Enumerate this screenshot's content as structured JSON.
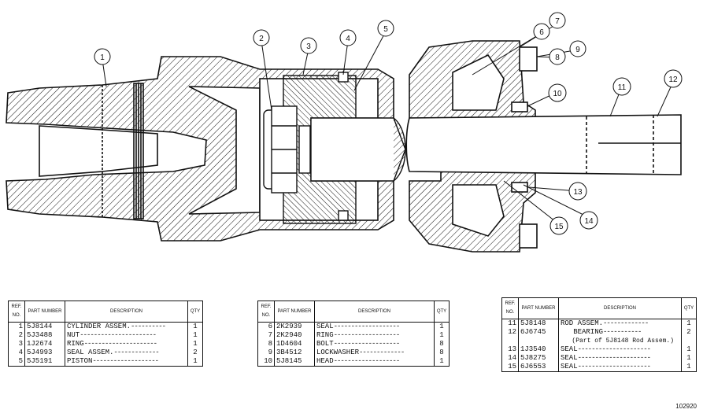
{
  "balloons": [
    "1",
    "2",
    "3",
    "4",
    "5",
    "6",
    "7",
    "8",
    "9",
    "10",
    "11",
    "12",
    "13",
    "14",
    "15"
  ],
  "tables": [
    {
      "headers": {
        "ref": "REF. NO.",
        "part": "PART NUMBER",
        "desc": "DESCRIPTION",
        "qty": "QTY"
      },
      "rows": [
        {
          "ref": "1",
          "part": "5J8144",
          "desc": "CYLINDER ASSEM.",
          "qty": "1"
        },
        {
          "ref": "2",
          "part": "5J3488",
          "desc": "NUT",
          "qty": "1"
        },
        {
          "ref": "3",
          "part": "1J2674",
          "desc": "RING",
          "qty": "1"
        },
        {
          "ref": "4",
          "part": "5J4993",
          "desc": "SEAL ASSEM.",
          "qty": "2"
        },
        {
          "ref": "5",
          "part": "5J5191",
          "desc": "PISTON",
          "qty": "1"
        }
      ]
    },
    {
      "headers": {
        "ref": "REF. NO.",
        "part": "PART NUMBER",
        "desc": "DESCRIPTION",
        "qty": "QTY"
      },
      "rows": [
        {
          "ref": "6",
          "part": "2K2939",
          "desc": "SEAL",
          "qty": "1"
        },
        {
          "ref": "7",
          "part": "2K2940",
          "desc": "RING",
          "qty": "1"
        },
        {
          "ref": "8",
          "part": "1D4604",
          "desc": "BOLT",
          "qty": "8"
        },
        {
          "ref": "9",
          "part": "3B4512",
          "desc": "LOCKWASHER",
          "qty": "8"
        },
        {
          "ref": "10",
          "part": "5J8145",
          "desc": "HEAD",
          "qty": "1"
        }
      ]
    },
    {
      "headers": {
        "ref": "REF. NO.",
        "part": "PART NUMBER",
        "desc": "DESCRIPTION",
        "qty": "QTY"
      },
      "rows": [
        {
          "ref": "11",
          "part": "5J8148",
          "desc": "ROD ASSEM.",
          "qty": "1"
        },
        {
          "ref": "12",
          "part": "6J6745",
          "desc": "BEARING",
          "qty": "2"
        },
        {
          "ref": "",
          "part": "",
          "desc": "(Part of 5J8148 Rod Assem.)",
          "qty": ""
        },
        {
          "ref": "13",
          "part": "1J3540",
          "desc": "SEAL",
          "qty": "1"
        },
        {
          "ref": "14",
          "part": "5J8275",
          "desc": "SEAL",
          "qty": "1"
        },
        {
          "ref": "15",
          "part": "6J6553",
          "desc": "SEAL",
          "qty": "1"
        }
      ]
    }
  ],
  "figure_number": "102920"
}
